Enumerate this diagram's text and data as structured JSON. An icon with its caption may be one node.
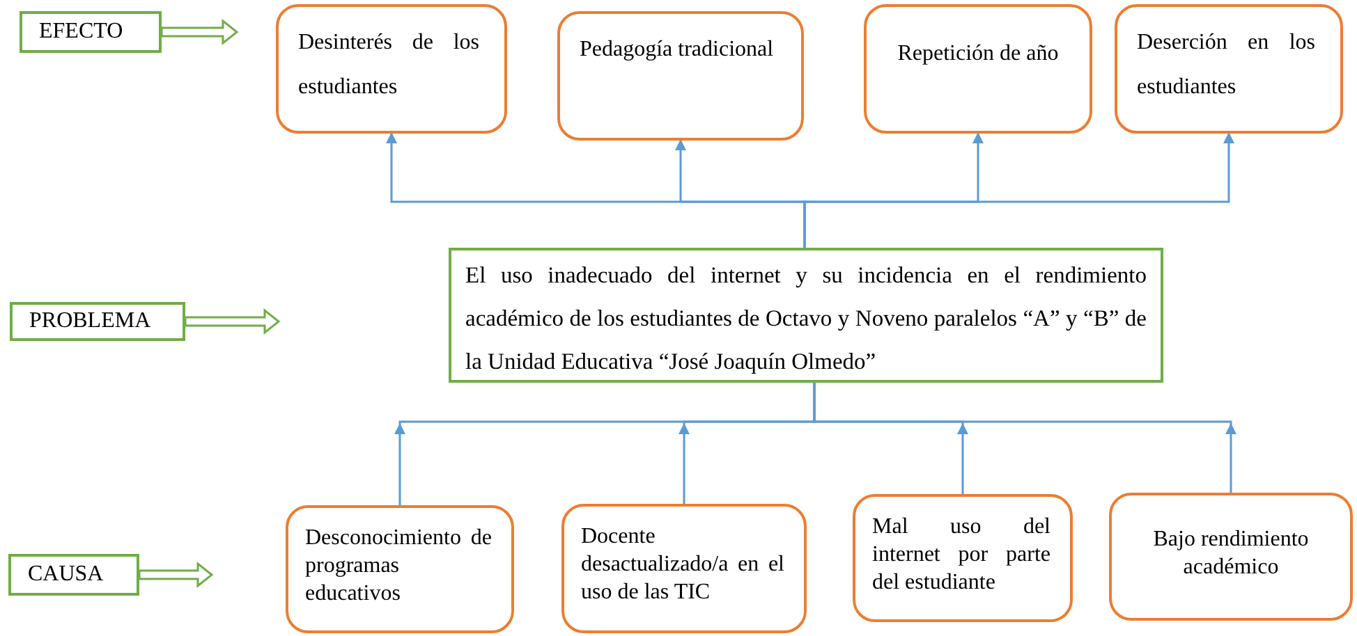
{
  "diagram": {
    "nodes": [
      {
        "text": [
          "EFECTO"
        ]
      },
      {
        "text": [
          "Desinterés de los estudiantes"
        ]
      },
      {
        "text": [
          "Pedagogía tradicional"
        ]
      },
      {
        "text": [
          "Repetición de año"
        ]
      },
      {
        "text": [
          "Deserción en los estudiantes"
        ]
      },
      {
        "text": [
          "PROBLEMA"
        ]
      },
      {
        "text": [
          "El uso inadecuado del internet y su incidencia en el rendimiento académico de los estudiantes de Octavo y Noveno paralelos “A” y “B” de la Unidad Educativa “José Joaquín Olmedo”"
        ]
      },
      {
        "text": [
          "CAUSA"
        ]
      },
      {
        "text": [
          "Desconocimiento de programas educativos"
        ]
      },
      {
        "text": [
          "Docente desactualizado/a en el uso de las TIC"
        ]
      },
      {
        "text": [
          "Mal uso del internet por parte del estudiante"
        ]
      },
      {
        "text": [
          "Bajo rendimiento académico"
        ]
      }
    ],
    "edges": [
      {
        "from": 0,
        "to": null,
        "arrow": "to"
      },
      {
        "from": 5,
        "to": null,
        "arrow": "to"
      },
      {
        "from": 7,
        "to": null,
        "arrow": "to"
      },
      {
        "from": 6,
        "to": 1,
        "arrow": "to"
      },
      {
        "from": 6,
        "to": 2,
        "arrow": "to"
      },
      {
        "from": 6,
        "to": 3,
        "arrow": "to"
      },
      {
        "from": 6,
        "to": 4,
        "arrow": "to"
      },
      {
        "from": 8,
        "to": 6,
        "arrow": "to"
      },
      {
        "from": 9,
        "to": 6,
        "arrow": "to"
      },
      {
        "from": 10,
        "to": 6,
        "arrow": "to"
      },
      {
        "from": 11,
        "to": 6,
        "arrow": "to"
      }
    ]
  }
}
